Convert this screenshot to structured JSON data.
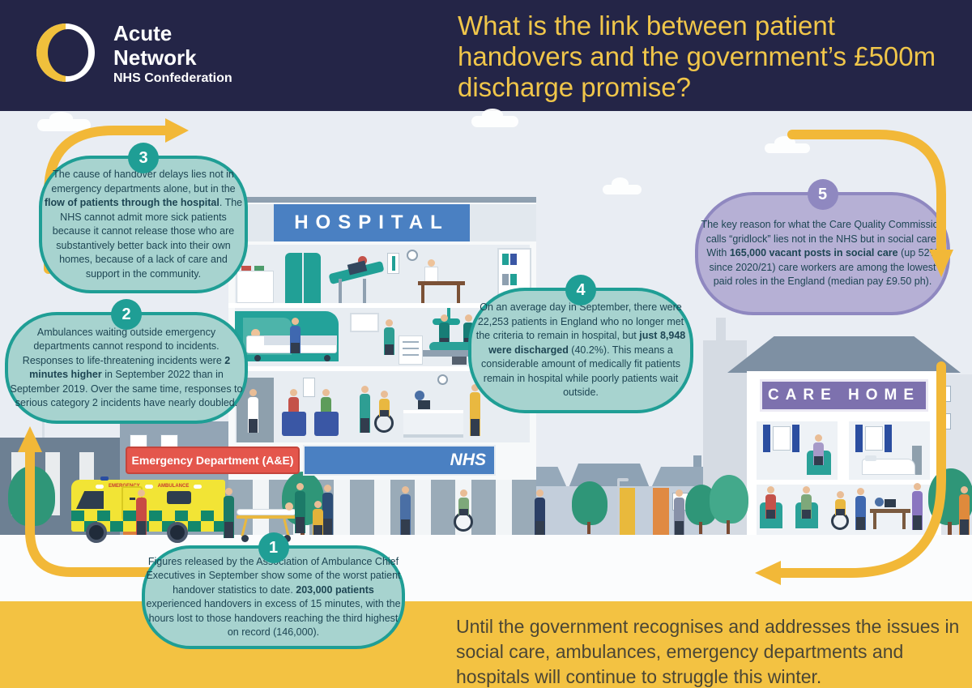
{
  "colors": {
    "header_navy": "#242547",
    "title_yellow": "#f0c64a",
    "arrow_gold": "#f2b838",
    "footer_yellow": "#f3c242",
    "teal_bubble_fill": "#a7d3cf",
    "teal_bubble_border": "#1f9e95",
    "purple_bubble_fill": "#b6b0d5",
    "purple_bubble_border": "#8f88c0",
    "bubble_text": "#1d4553",
    "sign_red": "#e4564c",
    "sign_blue": "#4a80c2",
    "sign_purple": "#7d71ae",
    "ambulance_yellow": "#f2e435",
    "ambulance_green": "#13886c"
  },
  "header": {
    "brand_line1": "Acute\nNetwork",
    "brand_line2": "NHS Confederation",
    "title_lines": "What is the link between patient handovers and the government’s £500m discharge promise?"
  },
  "bubbles": {
    "b1": {
      "number": "1",
      "segments": [
        {
          "t": "Figures released by the Association of Ambulance Chief Executives in September show some of the worst patient handover statistics to date. "
        },
        {
          "t": "203,000 patients",
          "b": true
        },
        {
          "t": " experienced handovers in excess of 15 minutes, with the hours lost to those handovers reaching the third highest on record (146,000)."
        }
      ]
    },
    "b2": {
      "number": "2",
      "segments": [
        {
          "t": "Ambulances waiting outside emergency departments cannot respond to incidents. Responses to life-threatening incidents were "
        },
        {
          "t": "2 minutes higher",
          "b": true
        },
        {
          "t": " in September 2022 than in September 2019. Over the same time, responses to serious category 2 incidents have nearly doubled."
        }
      ]
    },
    "b3": {
      "number": "3",
      "segments": [
        {
          "t": "The cause of handover delays lies not in emergency departments alone, but in the "
        },
        {
          "t": "flow of patients through the hospital",
          "b": true
        },
        {
          "t": ". The NHS cannot admit more sick patients because it cannot release those who are substantively better back into their own homes, because of a lack of care and support in the community."
        }
      ]
    },
    "b4": {
      "number": "4",
      "segments": [
        {
          "t": "On an average day in September, there were 22,253 patients in England who no longer met the criteria to remain in hospital, but "
        },
        {
          "t": "just 8,948 were discharged",
          "b": true
        },
        {
          "t": " (40.2%). This means a considerable amount of medically fit patients remain in hospital while poorly patients wait outside."
        }
      ]
    },
    "b5": {
      "number": "5",
      "segments": [
        {
          "t": "The key reason for what the Care Quality Commission calls “gridlock” lies not in the NHS but in social care. With "
        },
        {
          "t": "165,000 vacant posts in social care",
          "b": true
        },
        {
          "t": " (up 52% since 2020/21) care workers are among the lowest paid roles in the England (median pay £9.50 ph)."
        }
      ]
    }
  },
  "scene": {
    "hospital_sign": "HOSPITAL",
    "ed_sign": "Emergency Department (A&E)",
    "nhs_sign": "NHS",
    "care_home_sign": "CARE HOME",
    "ambulance_label_left": "EMERGENCY",
    "ambulance_label_right": "AMBULANCE"
  },
  "footer": {
    "message": "Until the government recognises and addresses the issues in social care, ambulances, emergency departments and hospitals will continue to struggle this winter."
  }
}
